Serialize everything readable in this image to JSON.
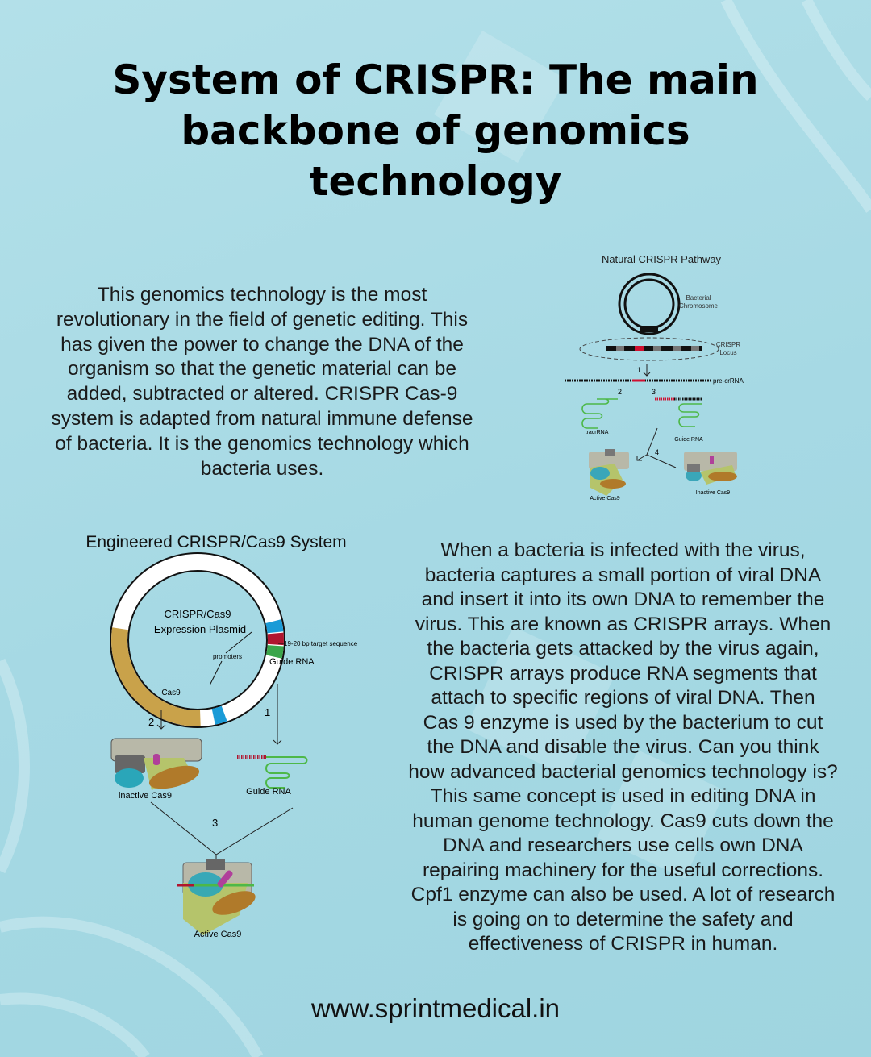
{
  "title_lines": [
    "System of CRISPR: The main",
    "backbone of genomics",
    "technology"
  ],
  "intro_lines": [
    "This genomics technology is the most",
    "revolutionary in the field of genetic editing. This",
    "has given the power to change the DNA of the",
    "organism so that the genetic material can be",
    "added, subtracted or altered. CRISPR Cas-9",
    "system is adapted from natural immune defense",
    "of bacteria. It is the genomics technology which",
    "bacteria uses."
  ],
  "body_lines": [
    "When a bacteria is infected with the virus,",
    "bacteria captures a small portion of viral DNA",
    "and insert it into its own DNA to remember the",
    "virus. This are known as CRISPR arrays. When",
    "the bacteria gets attacked by the virus again,",
    "CRISPR arrays produce RNA segments that",
    "attach to specific regions of viral DNA. Then",
    "Cas 9 enzyme is used by the bacterium to cut",
    "the DNA and disable the virus. Can you think",
    "how advanced bacterial genomics technology is?",
    "This same concept is used in editing DNA in",
    "human genome technology. Cas9 cuts down the",
    "DNA and researchers use cells own DNA",
    "repairing machinery for the useful corrections.",
    "Cpf1 enzyme can also be used. A lot of research",
    "is going on to determine the safety and",
    "effectiveness of CRISPR in human."
  ],
  "natural_diagram": {
    "title": "Natural CRISPR Pathway",
    "chromosome_label": [
      "Bacterial",
      "Chromosome"
    ],
    "locus_label": [
      "CRISPR",
      "Locus"
    ],
    "pre_crrna": "pre-crRNA",
    "steps": [
      "1",
      "2",
      "3",
      "4"
    ],
    "tracrrna": "tracrRNA",
    "guide_rna": "Guide RNA",
    "active": "Active Cas9",
    "inactive": "Inactive Cas9"
  },
  "engineered_diagram": {
    "title": "Engineered CRISPR/Cas9 System",
    "plasmid_label": [
      "CRISPR/Cas9",
      "Expression Plasmid"
    ],
    "promoters": "promoters",
    "target": "19-20 bp target sequence",
    "guide_rna_plasmid": "Guide RNA",
    "cas9": "Cas9",
    "steps": [
      "1",
      "2",
      "3"
    ],
    "inactive": "inactive Cas9",
    "guide_rna": "Guide RNA",
    "active": "Active Cas9"
  },
  "footer": "www.sprintmedical.in",
  "colors": {
    "background": "#a8dbe5",
    "cas9_gold": "#c9a24a",
    "promoter_blue": "#1a9bd7",
    "target_red": "#b0152f",
    "guide_green": "#3aa54a",
    "rna_green": "#4db848"
  }
}
